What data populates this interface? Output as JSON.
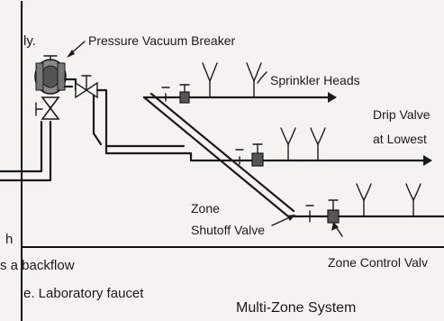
{
  "labels": {
    "fragment_top": "ly.",
    "pressure_vacuum_breaker": "Pressure Vacuum Breaker",
    "sprinkler_heads": "Sprinkler Heads",
    "drip_valve_line1": "Drip Valve",
    "drip_valve_line2": "at Lowest",
    "zone_shutoff_line1": "Zone",
    "zone_shutoff_line2": "Shutoff Valve",
    "zone_control_valve": "Zone Control Valv",
    "fragment_h": "h",
    "fragment_backflow": "s a backflow",
    "fragment_laboratory": "e.  Laboratory faucet",
    "title": "Multi-Zone System"
  },
  "colors": {
    "paper": "#f4f3ef",
    "ink": "#1a1a1a"
  }
}
